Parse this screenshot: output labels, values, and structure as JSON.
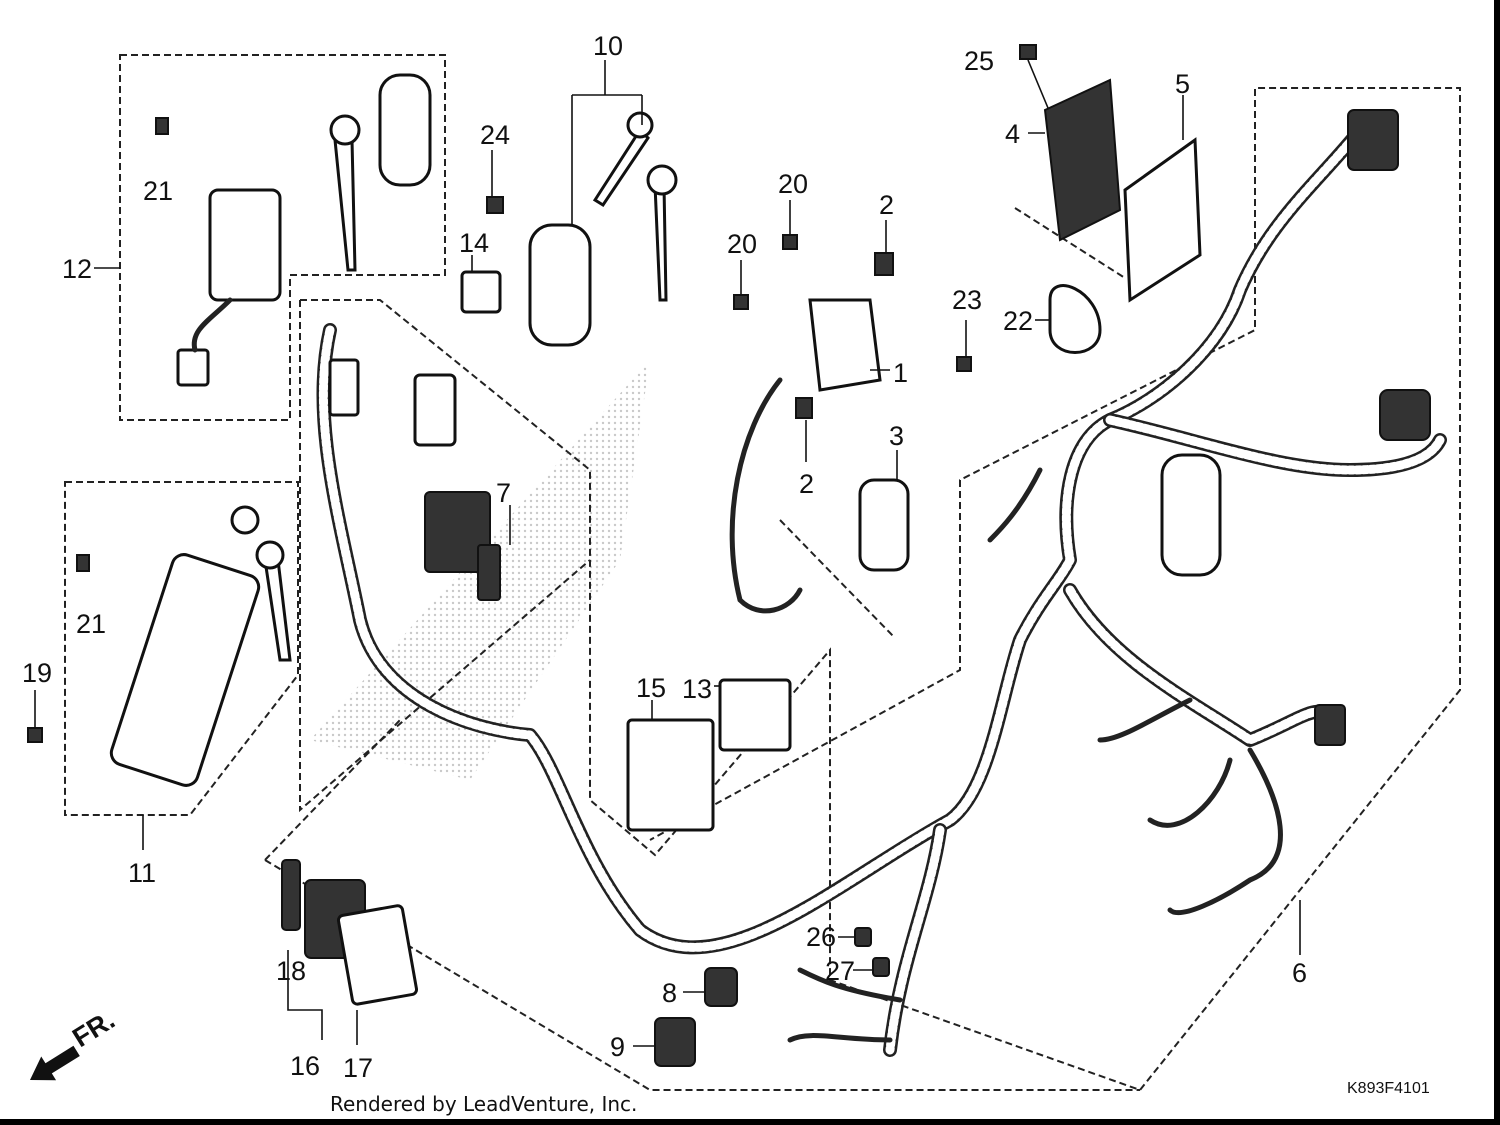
{
  "diagram": {
    "callouts": [
      "1",
      "2",
      "2",
      "3",
      "4",
      "5",
      "6",
      "7",
      "8",
      "9",
      "10",
      "11",
      "12",
      "13",
      "14",
      "15",
      "16",
      "17",
      "18",
      "19",
      "20",
      "20",
      "21",
      "21",
      "22",
      "23",
      "24",
      "25",
      "26",
      "27"
    ],
    "front_arrow_label": "FR.",
    "drawing_code": "K893F4101",
    "footer": "Rendered by LeadVenture, Inc."
  },
  "icons": [
    "front-direction-arrow-icon"
  ]
}
